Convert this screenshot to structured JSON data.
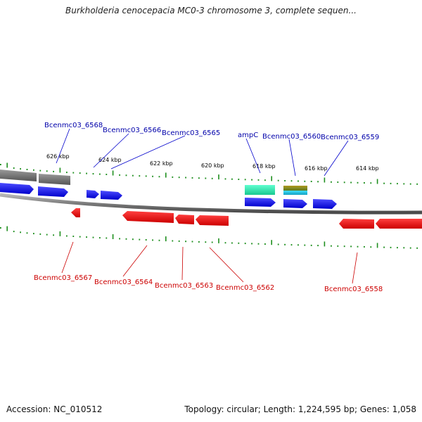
{
  "title": "Burkholderia cenocepacia MC0-3 chromosome 3, complete sequen...",
  "footer": {
    "accession": "Accession: NC_010512",
    "summary": "Topology: circular; Length: 1,224,595 bp; Genes: 1,058"
  },
  "scale_labels": [
    "626 kbp",
    "624 kbp",
    "622 kbp",
    "620 kbp",
    "618 kbp",
    "616 kbp",
    "614 kbp"
  ],
  "genes_top": [
    "Bcenmc03_6568",
    "Bcenmc03_6566",
    "Bcenmc03_6565",
    "ampC",
    "Bcenmc03_6560",
    "Bcenmc03_6559"
  ],
  "genes_bottom": [
    "Bcenmc03_6567",
    "Bcenmc03_6564",
    "Bcenmc03_6563",
    "Bcenmc03_6562",
    "Bcenmc03_6558"
  ],
  "colors": {
    "forward_cds": "#1a1aff",
    "reverse_cds": "#ff1a1a",
    "rna": "#2ee8b0",
    "gene_gray": "#6b6b6b",
    "tick_green": "#1f8f1f",
    "label_top": "#0000aa",
    "label_bottom": "#cc0000"
  }
}
